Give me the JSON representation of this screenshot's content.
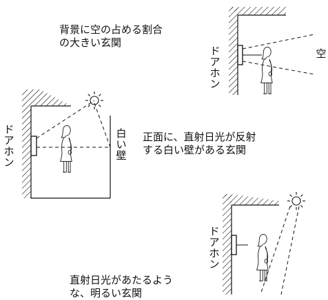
{
  "captions": {
    "sky_background": "背景に空の占める割合\nの大きい玄関",
    "white_wall": "正面に、直射日光が反射\nする白い壁がある玄関",
    "direct_sunlight": "直射日光があたるよう\nな、明るい玄関"
  },
  "labels": {
    "sky": "空",
    "white_wall": [
      "白",
      "い",
      "壁"
    ],
    "doorphone": [
      "ド",
      "ア",
      "ホ",
      "ン"
    ]
  },
  "icons": [
    "sun-icon",
    "person-icon",
    "doorphone-unit-icon",
    "hatched-wall"
  ]
}
